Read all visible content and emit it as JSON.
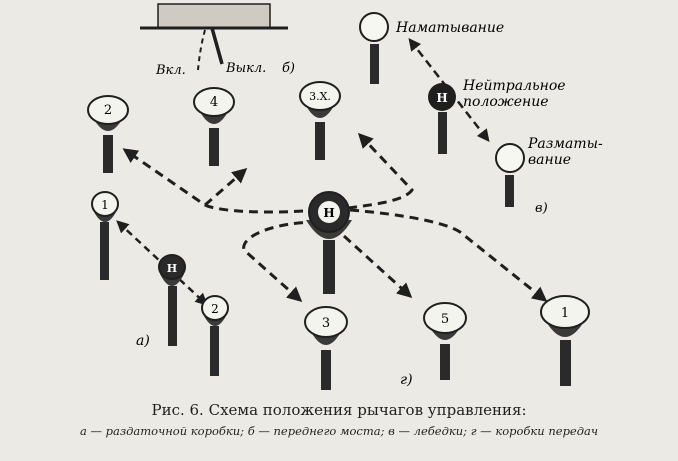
{
  "labels": {
    "switch_on": "Вкл.",
    "switch_off": "Выкл.",
    "panel_b": "б)",
    "winch_wind": "Наматывание",
    "winch_neutral_1": "Нейтральное",
    "winch_neutral_2": "положение",
    "winch_unwind_1": "Разматы-",
    "winch_unwind_2": "вание",
    "panel_v": "в)",
    "panel_a": "а)",
    "panel_g": "г)",
    "neutral_mark": "Н"
  },
  "gearbox_knobs": [
    "2",
    "4",
    "3.Х.",
    "3",
    "5",
    "1"
  ],
  "transfer_knobs": [
    "1",
    "2"
  ],
  "caption": {
    "title": "Рис. 6. Схема положения рычагов управления:",
    "legend": "а — раздаточной коробки; б — переднего моста; в — лебедки; г — коробки передач"
  },
  "colors": {
    "ink": "#1f1f1f",
    "paper": "#eceae4"
  }
}
